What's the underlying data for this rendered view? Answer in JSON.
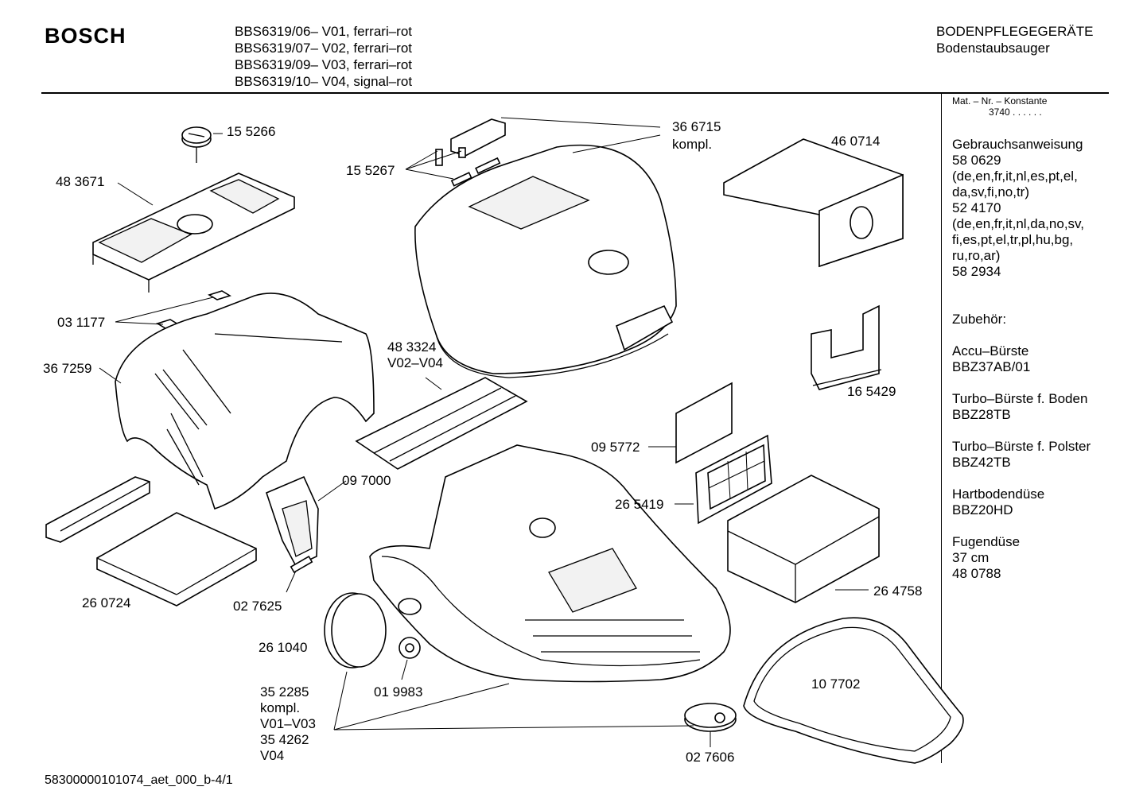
{
  "header": {
    "brand": "BOSCH",
    "models": [
      "BBS6319/06– V01, ferrari–rot",
      "BBS6319/07– V02, ferrari–rot",
      "BBS6319/09– V03, ferrari–rot",
      "BBS6319/10– V04, signal–rot"
    ],
    "category": "BODENPFLEGEGERÄTE",
    "subcategory": "Bodenstaubsauger"
  },
  "sidebar": {
    "mat_label": "Mat. – Nr. – Konstante",
    "mat_value": "3740  .  .  .  .  .  .",
    "manual_title": "Gebrauchsanweisung",
    "manual_lines": [
      "58 0629",
      "(de,en,fr,it,nl,es,pt,el,",
      "da,sv,fi,no,tr)",
      "52 4170",
      "(de,en,fr,it,nl,da,no,sv,",
      "fi,es,pt,el,tr,pl,hu,bg,",
      "ru,ro,ar)",
      "58 2934"
    ],
    "accessories_title": "Zubehör:",
    "accessories": [
      {
        "name": "Accu–Bürste",
        "code": "BBZ37AB/01"
      },
      {
        "name": "Turbo–Bürste f. Boden",
        "code": "BBZ28TB"
      },
      {
        "name": "Turbo–Bürste f. Polster",
        "code": "BBZ42TB"
      },
      {
        "name": "Hartbodendüse",
        "code": "BBZ20HD"
      },
      {
        "name": "Fugendüse",
        "code": "37 cm",
        "extra": "48 0788"
      }
    ]
  },
  "parts": {
    "p155266": "15 5266",
    "p483671": "48 3671",
    "p155267": "15 5267",
    "p366715": "36 6715",
    "p366715_note": "kompl.",
    "p460714": "46 0714",
    "p031177": "03 1177",
    "p367259": "36 7259",
    "p483324": "48 3324",
    "p483324_note": "V02–V04",
    "p165429": "16 5429",
    "p095772": "09 5772",
    "p097000": "09 7000",
    "p265419": "26 5419",
    "p260724": "26 0724",
    "p027625": "02 7625",
    "p264758": "26 4758",
    "p261040": "26 1040",
    "p019983": "01 9983",
    "p107702": "10 7702",
    "p352285_lines": [
      "35 2285",
      "kompl.",
      "V01–V03",
      "35 4262",
      "V04"
    ],
    "p027606": "02 7606"
  },
  "footer": {
    "doc_id": "58300000101074_aet_000_b-4/1"
  }
}
